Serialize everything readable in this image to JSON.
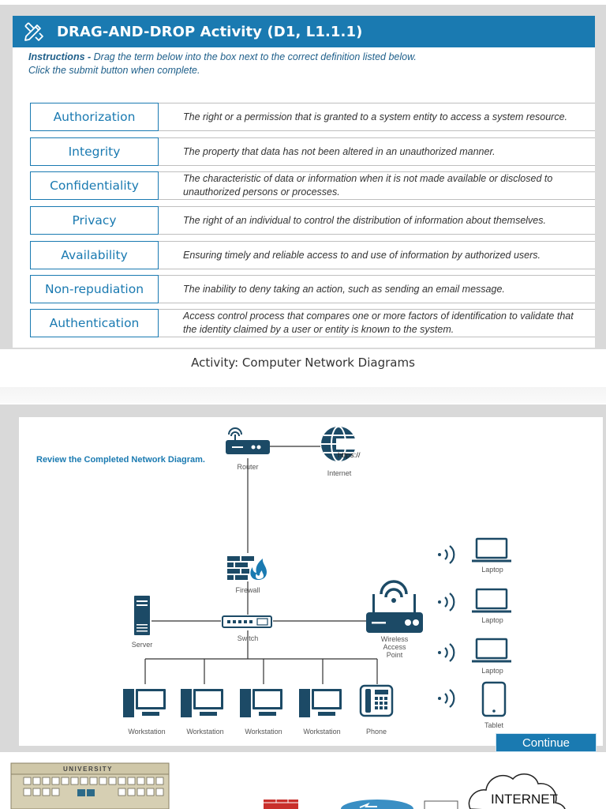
{
  "activity": {
    "title": "DRAG-AND-DROP Activity (D1, L1.1.1)",
    "instructions_label": "Instructions -",
    "instructions_line1": "Drag the term below into the box next to the correct definition listed below.",
    "instructions_line2": "Click the submit button when complete.",
    "rows": [
      {
        "term": "Authorization",
        "definition": "The right or a permission that is granted to a system entity to access a system resource."
      },
      {
        "term": "Integrity",
        "definition": "The property that data has not been altered in an unauthorized manner."
      },
      {
        "term": "Confidentiality",
        "definition": "The characteristic of data or information when it is not made available or disclosed to unauthorized persons or processes."
      },
      {
        "term": "Privacy",
        "definition": "The right of an individual to control the distribution of information about themselves."
      },
      {
        "term": "Availability",
        "definition": "Ensuring timely and reliable access to and use of information by authorized users."
      },
      {
        "term": "Non-repudiation",
        "definition": "The inability to deny taking an action, such as sending an email message."
      },
      {
        "term": "Authentication",
        "definition": "Access control process that compares one or more factors of identification to validate that the identity claimed by a user or entity is known to the system."
      }
    ]
  },
  "caption": "Activity: Computer Network Diagrams",
  "diagram": {
    "review_text": "Review the Completed Network Diagram.",
    "labels": {
      "router": "Router",
      "internet": "Internet",
      "https": "https://",
      "firewall": "Firewall",
      "server": "Server",
      "switch": "Switch",
      "wap_line1": "Wireless",
      "wap_line2": "Access",
      "wap_line3": "Point",
      "laptop1": "Laptop",
      "laptop2": "Laptop",
      "laptop3": "Laptop",
      "tablet": "Tablet",
      "workstation1": "Workstation",
      "workstation2": "Workstation",
      "workstation3": "Workstation",
      "workstation4": "Workstation",
      "phone": "Phone"
    },
    "continue_label": "Continue"
  },
  "bottom": {
    "university": "UNIVERSITY",
    "internet": "INTERNET"
  },
  "colors": {
    "accent": "#1a7ab1",
    "icon_dark": "#1c4a66"
  }
}
